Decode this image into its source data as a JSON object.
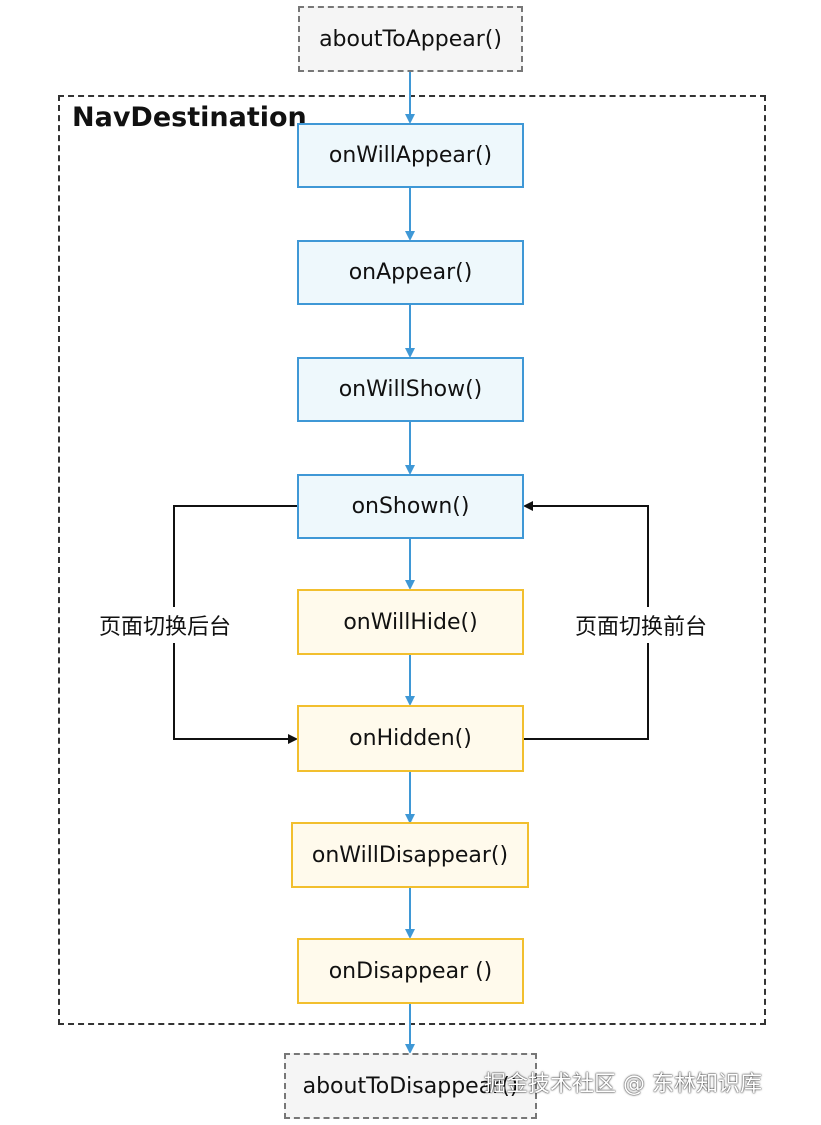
{
  "container_title": "NavDestination",
  "nodes": {
    "about_to_appear": "aboutToAppear()",
    "on_will_appear": "onWillAppear()",
    "on_appear": "onAppear()",
    "on_will_show": "onWillShow()",
    "on_shown": "onShown()",
    "on_will_hide": "onWillHide()",
    "on_hidden": "onHidden()",
    "on_will_disappear": "onWillDisappear()",
    "on_disappear": "onDisappear ()",
    "about_to_disappear": "aboutToDisappear()"
  },
  "side_labels": {
    "to_background": "页面切换后台",
    "to_foreground": "页面切换前台"
  },
  "watermark": "掘金技术社区 @ 东林知识库",
  "colors": {
    "blue_border": "#3f98d6",
    "blue_fill": "#eef8fc",
    "yellow_border": "#f2bf2e",
    "yellow_fill": "#fffaec",
    "gray_fill": "#f5f5f5",
    "side_arrow": "#111111"
  }
}
